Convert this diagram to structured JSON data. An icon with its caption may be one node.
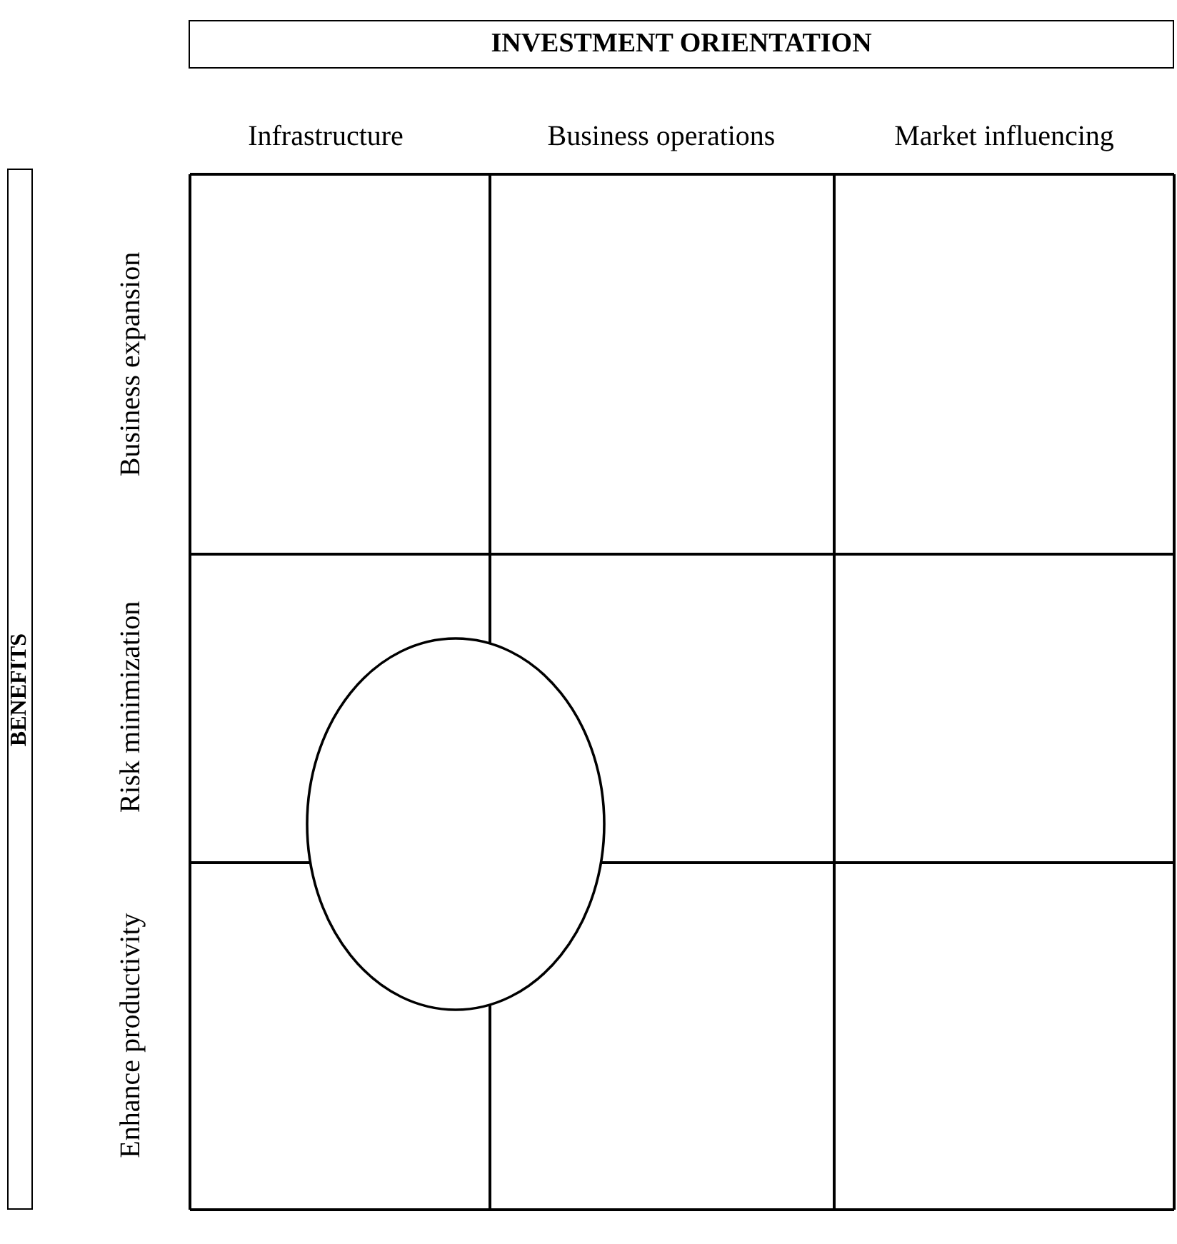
{
  "diagram": {
    "nodes": [
      {
        "text": [
          "INVESTMENT ORIENTATION"
        ]
      },
      {
        "text": [
          "BENEFITS"
        ]
      },
      {
        "text": [],
        "shape": "ellipse"
      }
    ],
    "labels": [
      "Infrastructure",
      "Business operations",
      "Market influencing",
      "Business expansion",
      "Risk minimization",
      "Enhance productivity"
    ]
  }
}
